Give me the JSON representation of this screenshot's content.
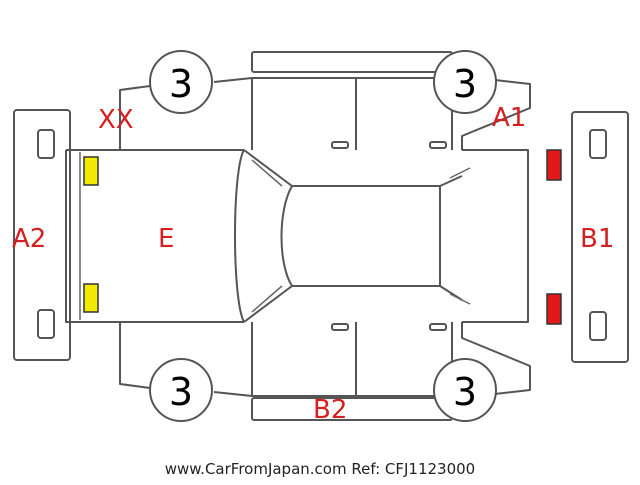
{
  "diagram": {
    "tires": {
      "front_left": "3",
      "front_right": "3",
      "rear_left": "3",
      "rear_right": "3"
    },
    "labels": {
      "xx": "XX",
      "a1": "A1",
      "a2": "A2",
      "e": "E",
      "b1": "B1",
      "b2": "B2"
    },
    "markers": {
      "yellow": "#f2ea00",
      "red": "#e01818"
    }
  },
  "footer": {
    "source": "www.CarFromJapan.com Ref: CFJ1123000"
  }
}
